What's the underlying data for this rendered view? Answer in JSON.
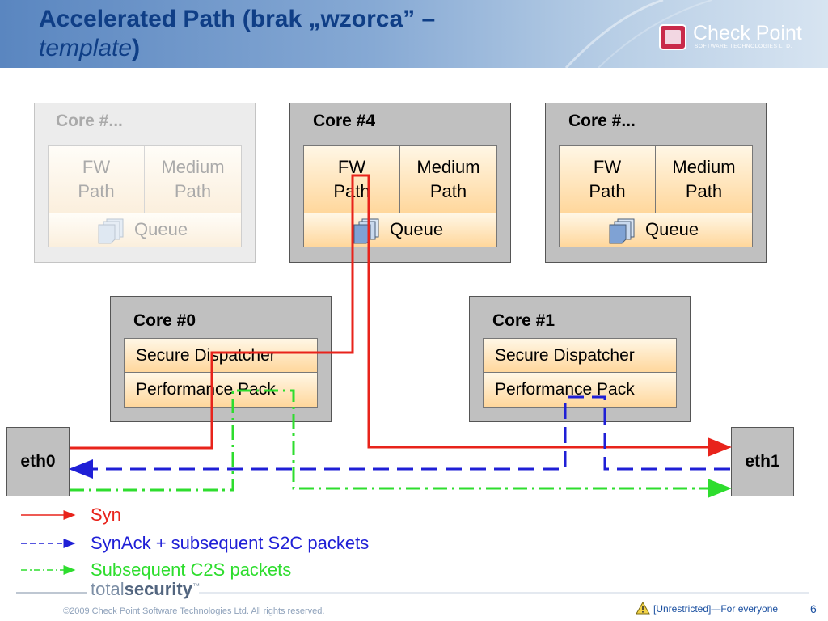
{
  "slide": {
    "title_main": "Accelerated Path (brak „wzorca” –",
    "title_italic": "template",
    "title_close": ")",
    "page_number": "6"
  },
  "logo": {
    "name": "Check Point",
    "subtitle": "SOFTWARE TECHNOLOGIES LTD."
  },
  "cores": {
    "left": {
      "title": "Core #...",
      "fw": "FW\nPath",
      "medium": "Medium\nPath",
      "queue": "Queue"
    },
    "core4": {
      "title": "Core #4",
      "fw": "FW\nPath",
      "medium": "Medium\nPath",
      "queue": "Queue"
    },
    "right": {
      "title": "Core #...",
      "fw": "FW\nPath",
      "medium": "Medium\nPath",
      "queue": "Queue"
    },
    "core0": {
      "title": "Core #0",
      "dispatcher": "Secure Dispatcher",
      "perf": "Performance Pack"
    },
    "core1": {
      "title": "Core #1",
      "dispatcher": "Secure Dispatcher",
      "perf": "Performance Pack"
    }
  },
  "interfaces": {
    "eth0": "eth0",
    "eth1": "eth1"
  },
  "legend": {
    "syn": "Syn",
    "synack": "SynAck + subsequent S2C packets",
    "c2s": "Subsequent C2S packets"
  },
  "colors": {
    "syn": "#e8231b",
    "synack": "#1f1fd6",
    "c2s": "#2edd2e",
    "title": "#0f3e86"
  },
  "footer": {
    "brand_light": "total",
    "brand_bold": "security",
    "brand_tm": "™",
    "copyright": "©2009 Check Point Software Technologies Ltd. All rights reserved.",
    "classification": "[Unrestricted]—For everyone"
  }
}
